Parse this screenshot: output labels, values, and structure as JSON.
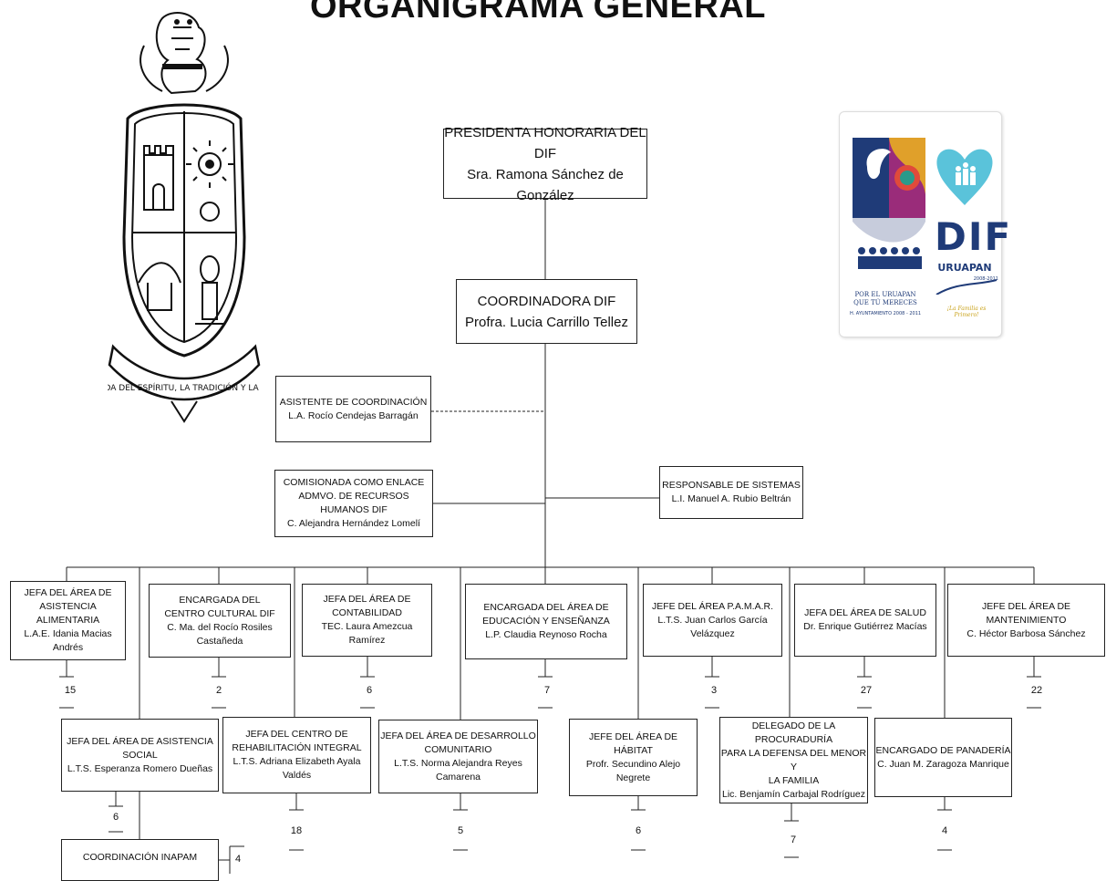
{
  "title": "ORGANIGRAMA GENERAL",
  "colors": {
    "line": "#222222",
    "logo_blue": "#1f3b78",
    "heart": "#5ac3da",
    "logo_gold": "#c9a21a"
  },
  "logo": {
    "caption_line1": "POR EL URUAPAN",
    "caption_line2": "QUE TÚ MERECES",
    "caption_line3": "H. AYUNTAMIENTO 2008 - 2011",
    "dif": "DIF",
    "city": "URUAPAN",
    "years": "2008-2011",
    "motto": "¡La Familia es Primero!"
  },
  "emblem": {
    "banner_text": "SALVAGUARDA DEL ESPÍRITU, LA TRADICIÓN Y LA CONCIENCIA"
  },
  "top_boxes": {
    "presidenta": {
      "title": "PRESIDENTA HONORARIA DEL DIF",
      "name": "Sra. Ramona Sánchez de González"
    },
    "coordinadora": {
      "title": "COORDINADORA DIF",
      "name": "Profra. Lucia Carrillo Tellez"
    },
    "asistente": {
      "title": "ASISTENTE DE COORDINACIÓN",
      "name": "L.A. Rocío Cendejas Barragán"
    },
    "comisionada": {
      "title": "COMISIONADA COMO ENLACE\nADMVO. DE RECURSOS HUMANOS DIF",
      "name": "C. Alejandra Hernández Lomelí"
    },
    "sistemas": {
      "title": "RESPONSABLE DE SISTEMAS",
      "name": "L.I. Manuel A. Rubio Beltrán"
    }
  },
  "row1": [
    {
      "title": "JEFA DEL ÁREA DE\nASISTENCIA ALIMENTARIA",
      "name": "L.A.E. Idania Macias Andrés",
      "count": "15"
    },
    {
      "title": "ENCARGADA DEL\nCENTRO CULTURAL DIF",
      "name": "C. Ma. del Rocío Rosiles Castañeda",
      "count": "2"
    },
    {
      "title": "JEFA DEL ÁREA DE\nCONTABILIDAD",
      "name": "TEC. Laura Amezcua Ramírez",
      "count": "6"
    },
    {
      "title": "ENCARGADA DEL ÁREA DE\nEDUCACIÓN Y ENSEÑANZA",
      "name": "L.P. Claudia Reynoso Rocha",
      "count": "7"
    },
    {
      "title": "JEFE DEL ÁREA P.A.M.A.R.",
      "name": "L.T.S. Juan Carlos García Velázquez",
      "count": "3"
    },
    {
      "title": "JEFA DEL ÁREA DE SALUD",
      "name": "Dr. Enrique Gutiérrez Macías",
      "count": "27"
    },
    {
      "title": "JEFE DEL ÁREA DE MANTENIMIENTO",
      "name": "C. Héctor Barbosa Sánchez",
      "count": "22"
    }
  ],
  "row2": [
    {
      "title": "JEFA DEL ÁREA DE ASISTENCIA\nSOCIAL",
      "name": "L.T.S. Esperanza Romero Dueñas",
      "count": "6"
    },
    {
      "title": "JEFA DEL CENTRO DE\nREHABILITACIÓN INTEGRAL",
      "name": "L.T.S. Adriana Elizabeth Ayala Valdés",
      "count": "18"
    },
    {
      "title": "JEFA DEL ÁREA DE DESARROLLO\nCOMUNITARIO",
      "name": "L.T.S. Norma Alejandra Reyes Camarena",
      "count": "5"
    },
    {
      "title": "JEFE DEL ÁREA DE HÁBITAT",
      "name": "Profr. Secundino Alejo Negrete",
      "count": "6"
    },
    {
      "title": "DELEGADO DE LA PROCURADURÍA\nPARA LA DEFENSA DEL MENOR Y\nLA FAMILIA",
      "name": "Lic. Benjamín Carbajal Rodríguez",
      "count": "7"
    },
    {
      "title": "ENCARGADO DE PANADERÍA",
      "name": "C. Juan M. Zaragoza Manrique",
      "count": "4"
    }
  ],
  "inapam": {
    "title": "COORDINACIÓN INAPAM",
    "name": "",
    "count": "4"
  }
}
